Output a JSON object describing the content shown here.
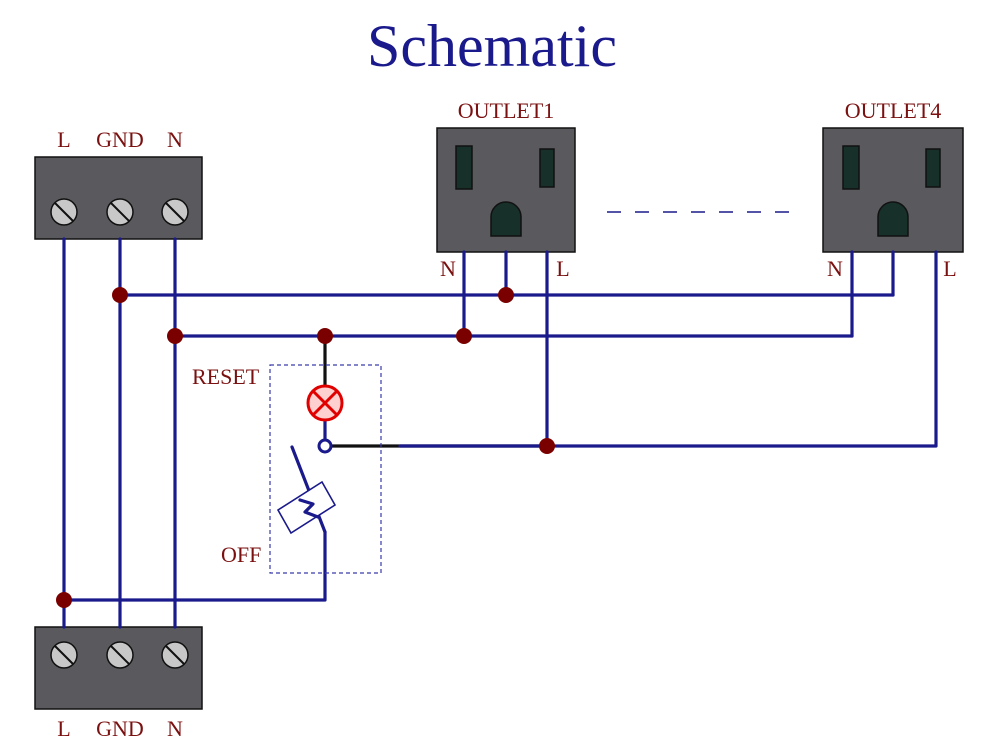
{
  "title": "Schematic",
  "colors": {
    "wire": "#1a1a8c",
    "label": "#7a1010",
    "title": "#1a1a8c",
    "junction": "#7a0000",
    "block_fill": "#5a5a5e",
    "block_stroke": "#111111",
    "slot_fill": "#17302a",
    "screw_fill": "#c8c8c8",
    "lamp_stroke": "#e00000",
    "lamp_fill": "#ffd0d0",
    "dashed_box": "#3a3aaa"
  },
  "top_block": {
    "labels": [
      "L",
      "GND",
      "N"
    ]
  },
  "bottom_block": {
    "labels": [
      "L",
      "GND",
      "N"
    ]
  },
  "outlet1": {
    "name": "OUTLET1",
    "pin_n": "N",
    "pin_l": "L"
  },
  "outlet4": {
    "name": "OUTLET4",
    "pin_n": "N",
    "pin_l": "L"
  },
  "breaker": {
    "reset_label": "RESET",
    "off_label": "OFF",
    "lamp_icon": "indicator-lamp-icon",
    "switch_icon": "thermal-breaker-switch-icon"
  },
  "continuation_icon": "dashed-continuation-icon"
}
